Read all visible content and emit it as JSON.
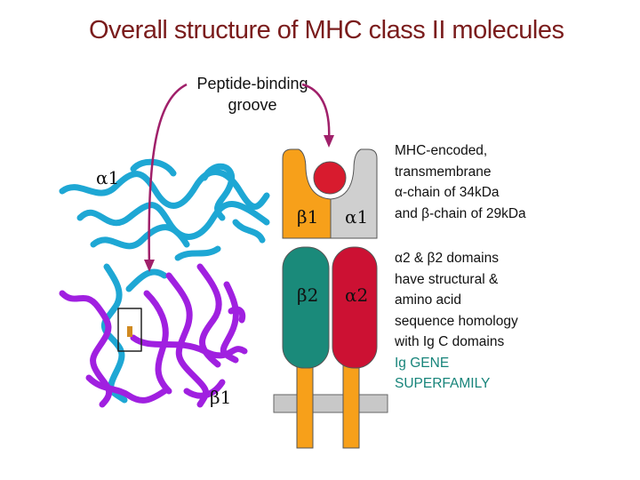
{
  "title": "Overall structure of MHC class II molecules",
  "groove_label": [
    "Peptide-binding",
    "groove"
  ],
  "ribbon_labels": {
    "alpha1": "α1",
    "beta1": "β1"
  },
  "domain_labels": {
    "beta1": "β1",
    "alpha1": "α1",
    "beta2": "β2",
    "alpha2": "α2"
  },
  "note_encoding": [
    "MHC-encoded,",
    "transmembrane",
    "α-chain of 34kDa",
    "and β-chain of 29kDa"
  ],
  "note_homology": [
    "α2 & β2 domains",
    "have structural &",
    "amino acid",
    "sequence homology",
    "with Ig C domains"
  ],
  "note_superfamily": [
    "Ig GENE",
    "SUPERFAMILY"
  ],
  "colors": {
    "title": "#7a1c1c",
    "arrow": "#a0206a",
    "alpha_ribbon": "#1ea7d4",
    "beta_ribbon": "#a020e0",
    "beta_chain": "#f7a01a",
    "alpha_chain": "#cfcfcf",
    "beta2_domain": "#1a8a7a",
    "alpha2_domain": "#cc1133",
    "peptide": "#d81b2e",
    "membrane": "#c8c8c8",
    "superfamily_text": "#17847a"
  }
}
